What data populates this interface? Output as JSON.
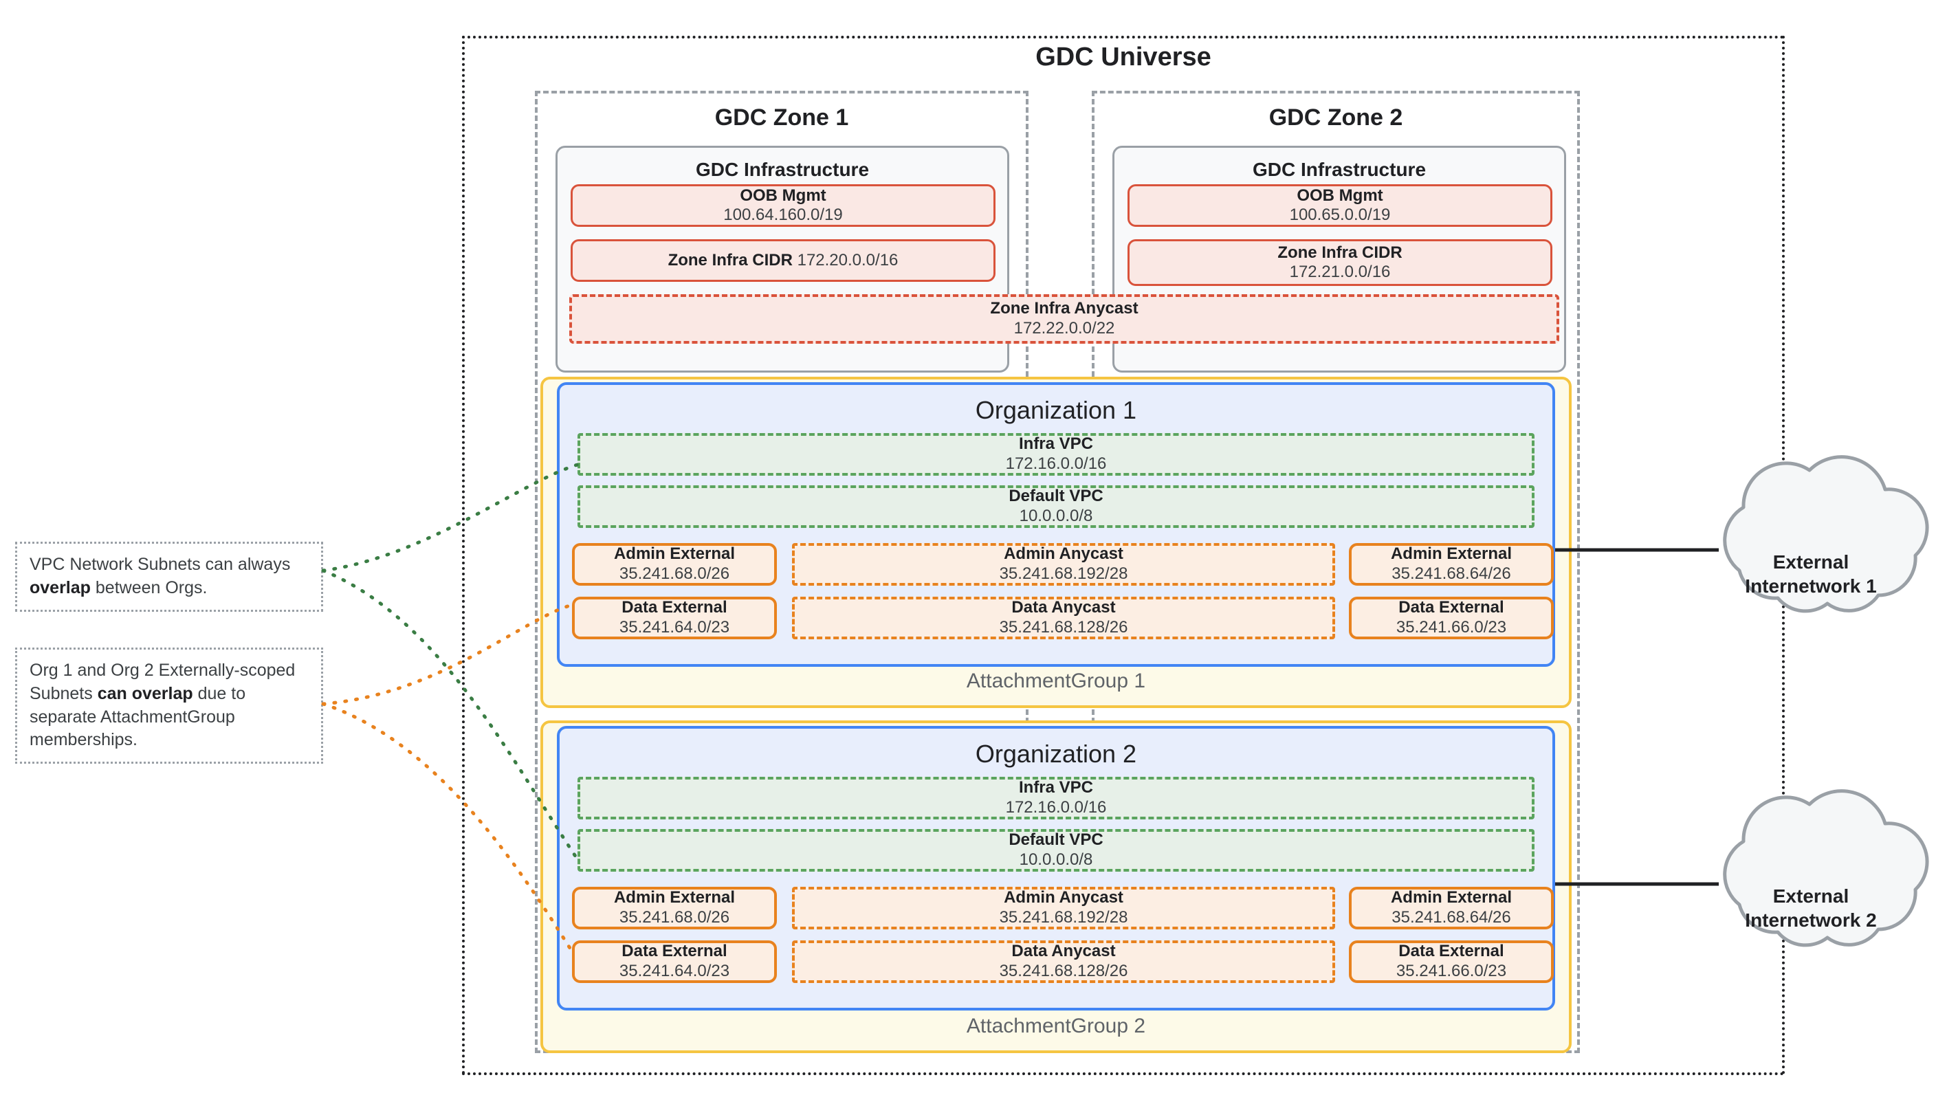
{
  "universe": {
    "title": "GDC Universe"
  },
  "zones": [
    {
      "title": "GDC Zone 1",
      "infra_title": "GDC Infrastructure",
      "oob": {
        "label": "OOB Mgmt",
        "cidr": "100.64.160.0/19"
      },
      "zone_infra_cidr": {
        "label": "Zone Infra CIDR",
        "cidr": "172.20.0.0/16"
      }
    },
    {
      "title": "GDC Zone 2",
      "infra_title": "GDC Infrastructure",
      "oob": {
        "label": "OOB Mgmt",
        "cidr": "100.65.0.0/19"
      },
      "zone_infra_cidr": {
        "label": "Zone Infra CIDR",
        "cidr": "172.21.0.0/16"
      }
    }
  ],
  "zone_infra_anycast": {
    "label": "Zone Infra Anycast",
    "cidr": "172.22.0.0/22"
  },
  "attachment_groups": [
    {
      "label": "AttachmentGroup 1"
    },
    {
      "label": "AttachmentGroup 2"
    }
  ],
  "organizations": [
    {
      "title": "Organization 1",
      "vpcs": [
        {
          "label": "Infra VPC",
          "cidr": "172.16.0.0/16"
        },
        {
          "label": "Default VPC",
          "cidr": "10.0.0.0/8"
        }
      ],
      "subnets": {
        "admin_left": {
          "label": "Admin External",
          "cidr": "35.241.68.0/26"
        },
        "admin_mid": {
          "label": "Admin Anycast",
          "cidr": "35.241.68.192/28"
        },
        "admin_right": {
          "label": "Admin External",
          "cidr": "35.241.68.64/26"
        },
        "data_left": {
          "label": "Data External",
          "cidr": "35.241.64.0/23"
        },
        "data_mid": {
          "label": "Data Anycast",
          "cidr": "35.241.68.128/26"
        },
        "data_right": {
          "label": "Data External",
          "cidr": "35.241.66.0/23"
        }
      }
    },
    {
      "title": "Organization 2",
      "vpcs": [
        {
          "label": "Infra VPC",
          "cidr": "172.16.0.0/16"
        },
        {
          "label": "Default VPC",
          "cidr": "10.0.0.0/8"
        }
      ],
      "subnets": {
        "admin_left": {
          "label": "Admin External",
          "cidr": "35.241.68.0/26"
        },
        "admin_mid": {
          "label": "Admin Anycast",
          "cidr": "35.241.68.192/28"
        },
        "admin_right": {
          "label": "Admin External",
          "cidr": "35.241.68.64/26"
        },
        "data_left": {
          "label": "Data External",
          "cidr": "35.241.64.0/23"
        },
        "data_mid": {
          "label": "Data Anycast",
          "cidr": "35.241.68.128/26"
        },
        "data_right": {
          "label": "Data External",
          "cidr": "35.241.66.0/23"
        }
      }
    }
  ],
  "callouts": [
    {
      "text_before": "VPC Network Subnets can always ",
      "emphasis": "overlap",
      "text_after": " between Orgs.",
      "connector_color": "#3A7D44"
    },
    {
      "text_before": "Org 1 and Org 2 Externally-scoped Subnets ",
      "emphasis": "can overlap",
      "text_after": " due to separate AttachmentGroup memberships.",
      "connector_color": "#E8821E"
    }
  ],
  "external_networks": [
    {
      "line1": "External",
      "line2": "Internetwork 1"
    },
    {
      "line1": "External",
      "line2": "Internetwork 2"
    }
  ],
  "colors": {
    "universe_border": "#202124",
    "zone_border": "#9AA0A6",
    "infra_fill": "#F8F9FA",
    "red_border": "#D9533B",
    "red_fill": "#FAE8E4",
    "org_border": "#4285F4",
    "org_fill": "#E8EEFC",
    "vpc_border": "#5BA45E",
    "vpc_fill": "#E7F0E8",
    "subnet_border": "#E8821E",
    "subnet_fill": "#FCEEE3",
    "ag_border": "#F5C542",
    "ag_fill": "#FDFAE8",
    "cloud_stroke": "#9AA0A6",
    "cloud_fill": "#F5F7F8"
  }
}
